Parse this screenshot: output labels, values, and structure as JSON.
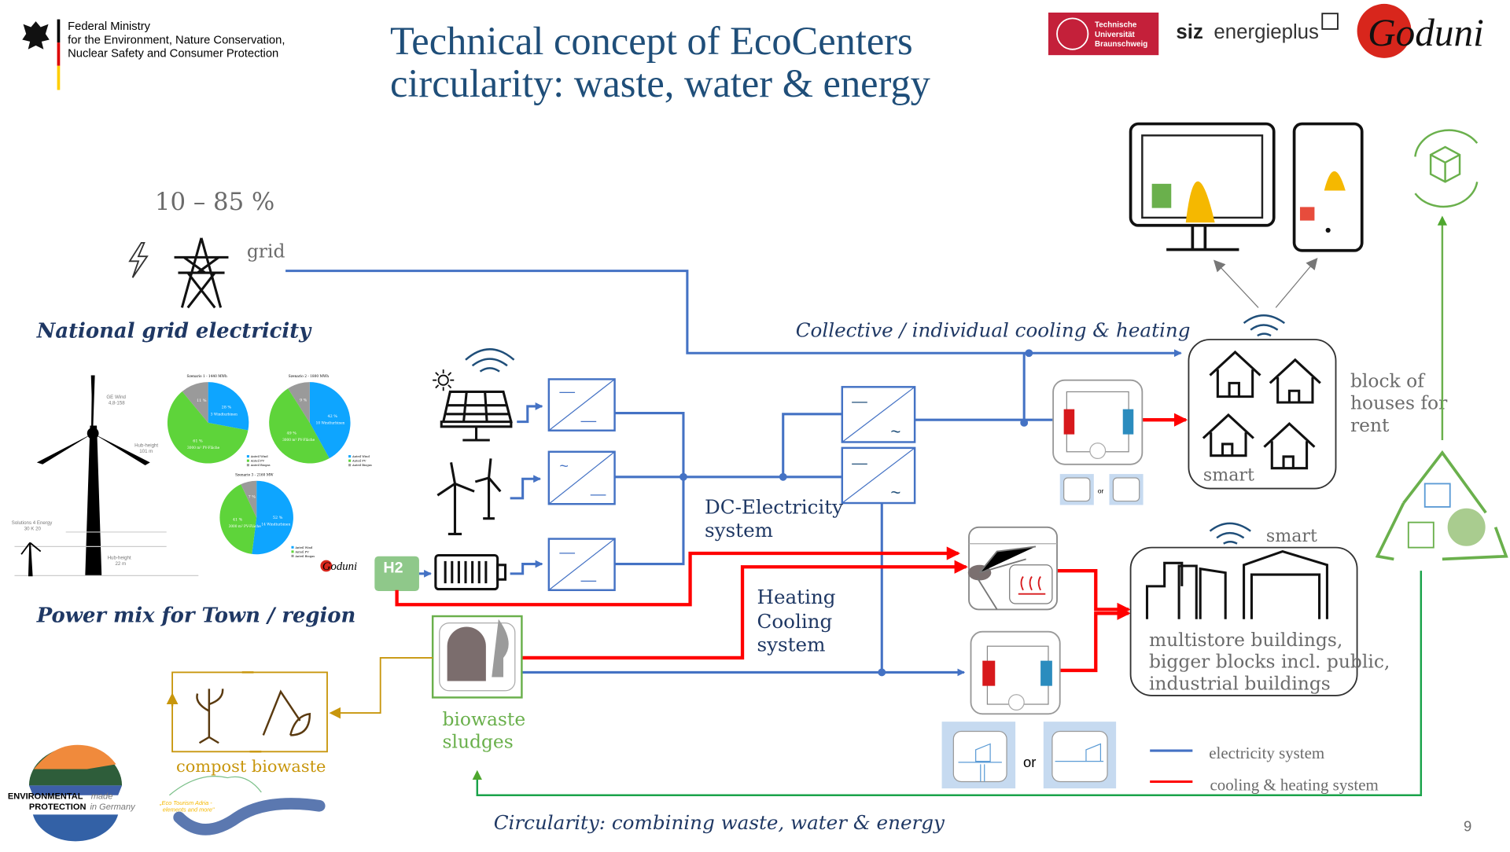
{
  "header": {
    "ministry": [
      "Federal Ministry",
      "for the Environment, Nature Conservation,",
      "Nuclear Safety and Consumer Protection"
    ],
    "title_lines": [
      "Technical concept of EcoCenters",
      "circularity: waste, water & energy"
    ],
    "partner_logos": {
      "tu": [
        "Technische",
        "Universität",
        "Braunschweig"
      ],
      "siz_bold": "siz",
      "siz": "energieplus",
      "goduni": "Goduni"
    }
  },
  "grid": {
    "share": "10 – 85 %",
    "label": "grid",
    "caption": "National grid electricity"
  },
  "power_mix": {
    "caption": "Power mix for Town / region",
    "turbine_labels": [
      "GE Wind",
      "4,8-158",
      "Hub-height",
      "101 m",
      "Solutions 4 Energy",
      "30 K 20",
      "Hub-height",
      "22 m"
    ],
    "goduni": "Goduni",
    "h2": "H2"
  },
  "chart_data": [
    {
      "type": "pie",
      "title": "Szenario 1 - 1440 MWh",
      "categories": [
        "Anteil Wind",
        "Anteil PV",
        "Anteil Biogas"
      ],
      "values": [
        28,
        61,
        11
      ],
      "labels": [
        "3 Windturbinen",
        "3000 m² PV-Fläche",
        ""
      ]
    },
    {
      "type": "pie",
      "title": "Szenario 2 - 1800 MWh",
      "categories": [
        "Anteil Wind",
        "Anteil PV",
        "Anteil Biogas"
      ],
      "values": [
        42,
        49,
        9
      ],
      "labels": [
        "10 Windturbinen",
        "3000 m² PV-Fläche",
        ""
      ]
    },
    {
      "type": "pie",
      "title": "Szenario 3 - 2160 MW",
      "categories": [
        "Anteil Wind",
        "Anteil PV",
        "Anteil Biogas"
      ],
      "values": [
        52,
        41,
        7
      ],
      "labels": [
        "14 Windturbinen",
        "3000 m² PV-Fläche",
        ""
      ]
    }
  ],
  "pie_colors": [
    "#0ea5ff",
    "#5ed43a",
    "#9a9a9a"
  ],
  "diagram": {
    "collective_label": "Collective / individual cooling & heating",
    "dc_label": [
      "DC-Electricity",
      "system"
    ],
    "hc_label": [
      "Heating",
      "Cooling",
      "system"
    ],
    "converter_symbols": {
      "dc": "—",
      "ac": "~"
    },
    "or": "or",
    "houses": {
      "smart": "smart",
      "desc": [
        "block of",
        "houses for",
        "rent"
      ]
    },
    "buildings": {
      "smart": "smart",
      "desc": [
        "multistore buildings,",
        "bigger blocks incl. public,",
        "industrial buildings"
      ]
    },
    "biowaste": [
      "biowaste",
      "sludges"
    ],
    "compost": "compost biowaste",
    "circularity": "Circularity: combining waste, water & energy"
  },
  "legend": [
    {
      "label": "electricity system",
      "color": "#4472c4"
    },
    {
      "label": "cooling & heating system",
      "color": "#ff0000"
    }
  ],
  "footer_logos": {
    "env": [
      "ENVIRONMENTAL",
      "made",
      "PROTECTION",
      "in Germany"
    ],
    "eco": [
      "„Eco Tourism Adria -",
      "elements and more\""
    ]
  },
  "page_number": "9"
}
